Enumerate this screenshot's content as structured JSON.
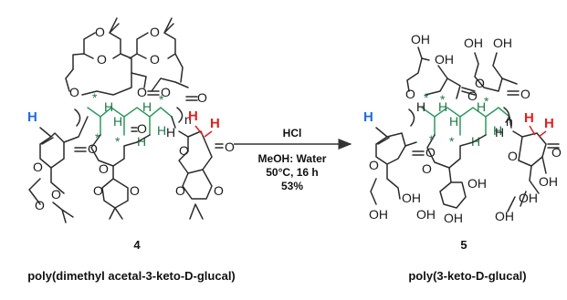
{
  "reagents": {
    "above": "HCl",
    "below": [
      "MeOH: Water",
      "50°C, 16 h",
      "53%"
    ]
  },
  "reactant": {
    "number": "4",
    "name": "poly(dimethyl acetal-3-keto-D-glucal)"
  },
  "product": {
    "number": "5",
    "name": "poly(3-keto-D-glucal)"
  },
  "atoms": {
    "oxygen": "O",
    "hydroxyl": "OH",
    "hydrogen": "H",
    "repeat": "n",
    "stereo": "*"
  },
  "colors": {
    "terminal_h": "#1e6fe0",
    "end_ch2": "#e02020",
    "backbone": "#2f9a5f",
    "arrow": "#333333"
  }
}
